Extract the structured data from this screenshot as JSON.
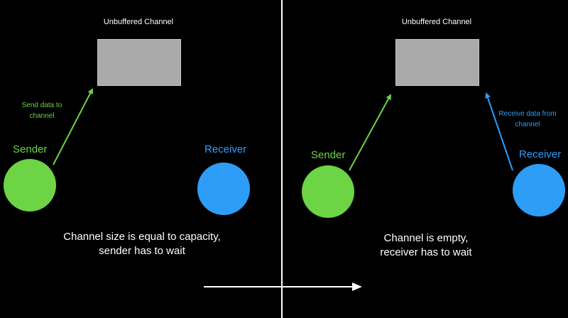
{
  "colors": {
    "background": "#000000",
    "sender": "#6cd445",
    "receiver": "#2d9df7",
    "channel_box": "#aaaaaa",
    "text": "#ffffff"
  },
  "left_panel": {
    "channel_title": "Unbuffered Channel",
    "arrow_label_line1": "Send data to",
    "arrow_label_line2": "channel",
    "sender_label": "Sender",
    "receiver_label": "Receiver",
    "caption_line1": "Channel size is equal to capacity,",
    "caption_line2": "sender has to wait"
  },
  "right_panel": {
    "channel_title": "Unbuffered Channel",
    "arrow_label_line1": "Receive data from",
    "arrow_label_line2": "channel",
    "sender_label": "Sender",
    "receiver_label": "Receiver",
    "caption_line1": "Channel is empty,",
    "caption_line2": "receiver has to wait"
  }
}
